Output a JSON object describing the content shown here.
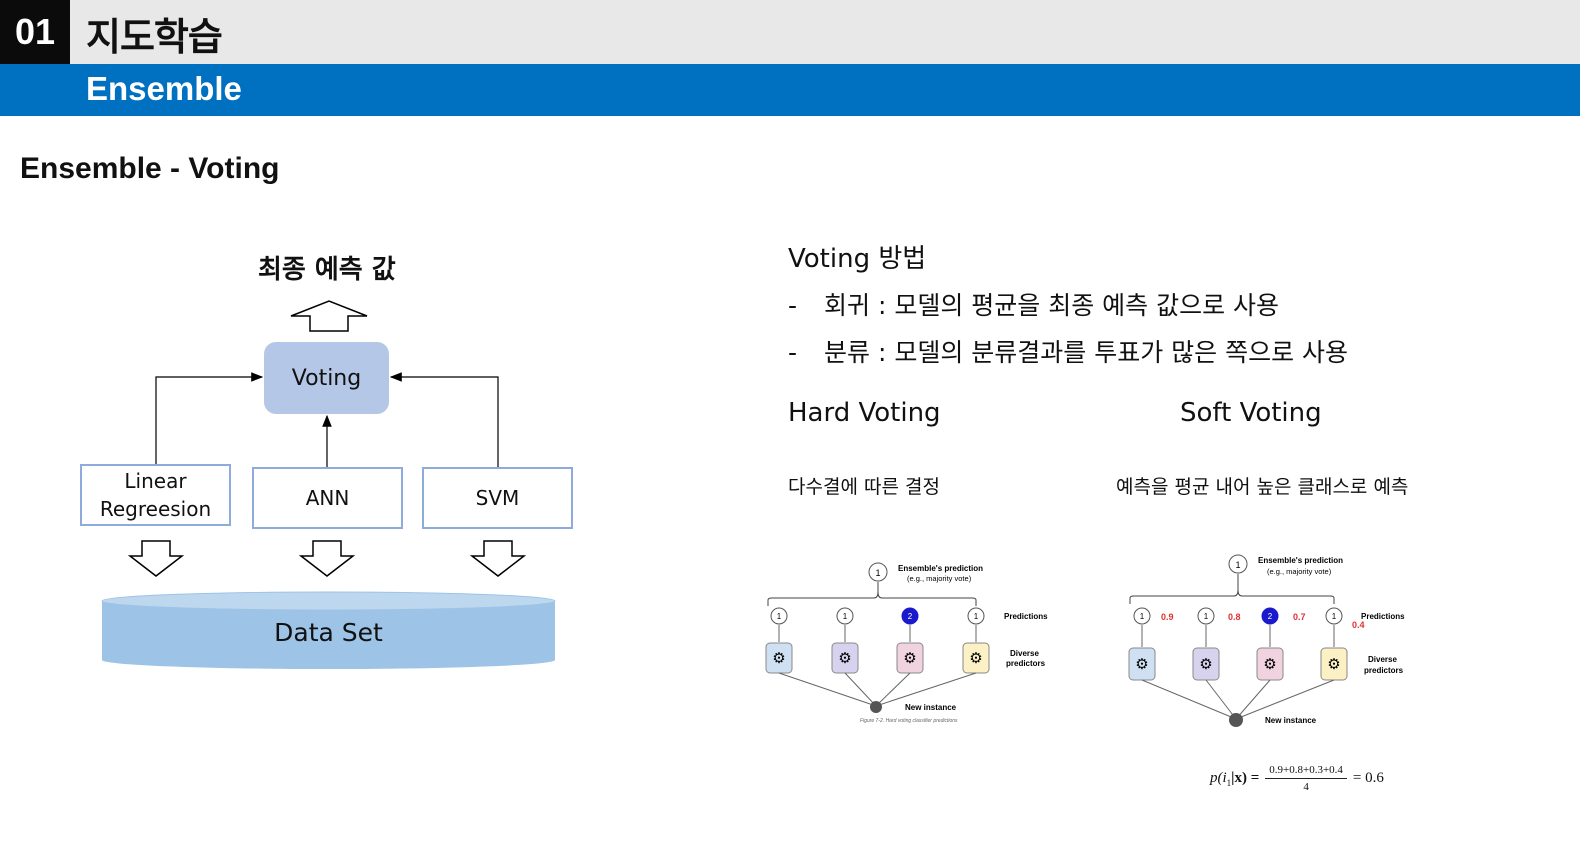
{
  "header": {
    "number": "01",
    "title": "지도학습",
    "subtitle": "Ensemble"
  },
  "section_title": "Ensemble - Voting",
  "diagram": {
    "final_prediction": "최종 예측 값",
    "voting": "Voting",
    "models": [
      {
        "line1": "Linear",
        "line2": "Regreesion"
      },
      {
        "line1": "ANN",
        "line2": ""
      },
      {
        "line1": "SVM",
        "line2": ""
      }
    ],
    "dataset": "Data Set"
  },
  "voting_methods": {
    "title": "Voting 방법",
    "bullets": [
      {
        "dash": "-",
        "text": "회귀 : 모델의 평균을 최종 예측 값으로 사용"
      },
      {
        "dash": "-",
        "text": "분류 : 모델의 분류결과를 투표가 많은 쪽으로 사용"
      }
    ]
  },
  "hard_voting": {
    "title": "Hard Voting",
    "description": "다수결에 따른 결정"
  },
  "soft_voting": {
    "title": "Soft Voting",
    "description": "예측을 평균 내어 높은 클래스로 예측"
  },
  "figure_hard": {
    "ensemble_label": "Ensemble's prediction",
    "ensemble_sub": "(e.g., majority vote)",
    "ensemble_value": "1",
    "predictions_label": "Predictions",
    "diverse_label_1": "Diverse",
    "diverse_label_2": "predictors",
    "new_instance": "New instance",
    "caption": "Figure 7-2. Hard voting classifier predictions",
    "predictions": [
      "1",
      "1",
      "2",
      "1"
    ]
  },
  "figure_soft": {
    "ensemble_label": "Ensemble's prediction",
    "ensemble_sub": "(e.g., majority vote)",
    "ensemble_value": "1",
    "predictions_label": "Predictions",
    "diverse_label_1": "Diverse",
    "diverse_label_2": "predictors",
    "new_instance": "New instance",
    "predictions": [
      "1",
      "1",
      "2",
      "1"
    ],
    "probabilities": [
      "0.9",
      "0.8",
      "0.7",
      "0.4"
    ]
  },
  "formula": {
    "lhs": "p(i",
    "sub": "1",
    "cond": "|x) =",
    "numerator": "0.9+0.8+0.3+0.4",
    "denominator": "4",
    "result": "= 0.6"
  },
  "colors": {
    "blue_bar": "#0070c0",
    "voting_box": "#b4c7e7",
    "model_border": "#8faadc",
    "dataset": "#9dc3e6",
    "highlight_circle": "#1a1acc",
    "probability_red": "#e03030"
  }
}
